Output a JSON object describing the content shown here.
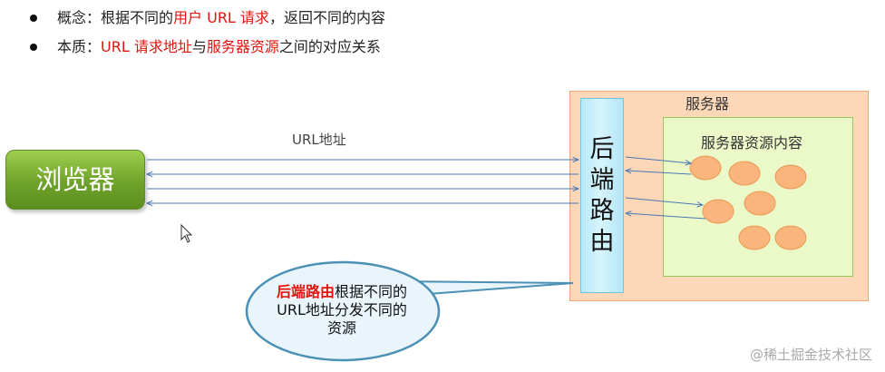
{
  "bullets": [
    {
      "prefix": "概念：根据不同的",
      "red1": "用户 URL 请求",
      "suffix": "，返回不同的内容"
    },
    {
      "prefix": "本质：",
      "red1": "URL 请求地址",
      "middle": "与",
      "red2": "服务器资源",
      "suffix": "之间的对应关系"
    }
  ],
  "diagram": {
    "browser_label": "浏览器",
    "url_label": "URL地址",
    "server_label": "服务器",
    "resource_label": "服务器资源内容",
    "router_label": "后端路由",
    "callout": {
      "bold": "后端路由",
      "rest": "根据不同的URL地址分发不同的资源"
    }
  },
  "watermark": "@稀土掘金技术社区",
  "colors": {
    "accent_red": "#e3140d",
    "arrow": "#4a78b5",
    "resource_ball": "#f9b57c"
  }
}
